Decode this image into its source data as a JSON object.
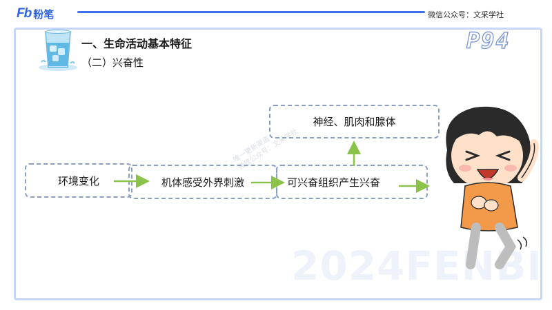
{
  "header": {
    "brand_mark": "Fb",
    "brand_name": "粉笔",
    "wechat_note": "微信公众号：文采学社"
  },
  "page_label": "P94",
  "slide": {
    "section_title": "一、生命活动基本特征",
    "sub_title": "（二）兴奋性"
  },
  "flow": {
    "env_change": "环境变化",
    "stimulus": "机体感受外界刺激",
    "tissue": "可兴奋组织产生兴奋",
    "effectors": "神经、肌肉和腺体"
  },
  "watermarks": {
    "background": "2024FENBI",
    "diagonal_line1": "唯一更新渠道",
    "diagonal_line2": "微信公众号：文采学社"
  },
  "colors": {
    "brand": "#2d63e6",
    "frame": "#c6d6fb",
    "arrow": "#8bc34a",
    "box_border": "#8a9fbf"
  },
  "icons": {
    "glass": "water-glass-icon",
    "character": "cartoon-girl-illustration"
  }
}
